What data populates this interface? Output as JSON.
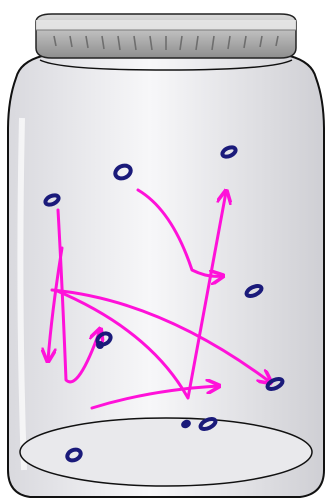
{
  "diagram": {
    "subject": "jar-with-gas-particles",
    "colors": {
      "background": "#ffffff",
      "lid_light": "#e6e6e6",
      "lid_mid": "#b8b8b8",
      "lid_dark": "#8c8c8c",
      "lid_ridge": "#6e6e6e",
      "jar_fill_light": "#f3f3f5",
      "jar_fill_mid": "#d6d6da",
      "jar_outline": "#111111",
      "particle": "#1a1a7a",
      "path": "#ff11d9"
    },
    "particle_count": 10,
    "path_count": 6
  }
}
